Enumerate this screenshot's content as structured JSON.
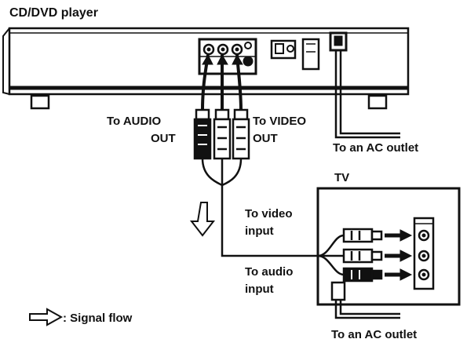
{
  "labels": {
    "player_title": "CD/DVD player",
    "audio_out_line1": "To AUDIO",
    "audio_out_line2": "OUT",
    "video_out_line1": "To VIDEO",
    "video_out_line2": "OUT",
    "ac_outlet_player": "To an AC outlet",
    "tv_title": "TV",
    "video_input_line1": "To video",
    "video_input_line2": "input",
    "audio_input_line1": "To audio",
    "audio_input_line2": "input",
    "signal_flow_legend": ": Signal flow",
    "ac_outlet_tv": "To an AC outlet"
  },
  "colors": {
    "ink": "#111111",
    "background": "#ffffff"
  }
}
